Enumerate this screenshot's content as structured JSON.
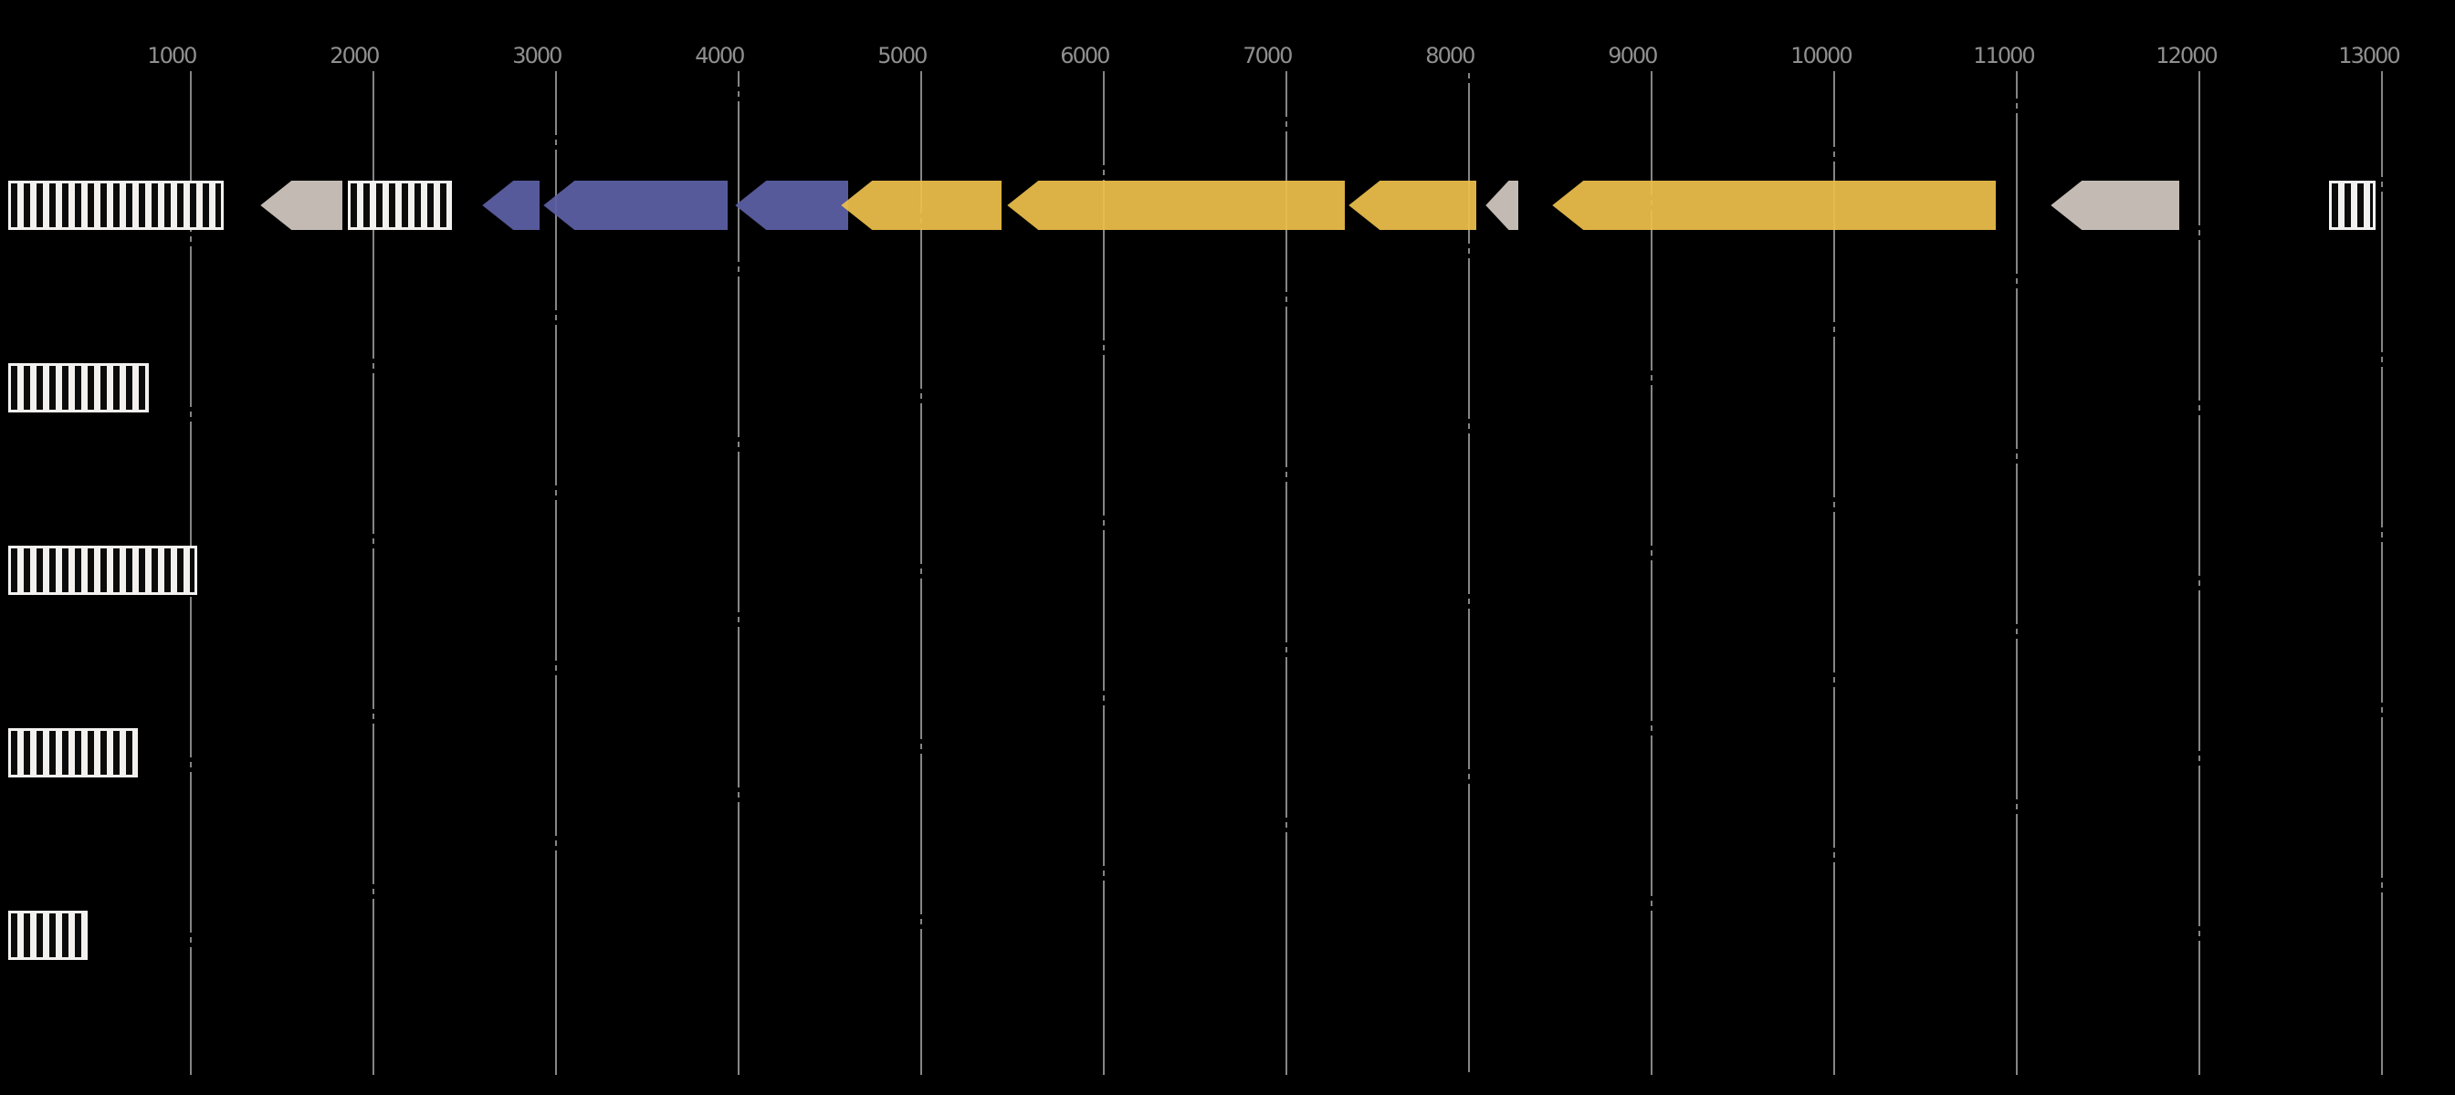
{
  "chart_data": {
    "type": "gene_feature_map",
    "title": "",
    "description": "Genomic gene-cluster track plot on black background: top axis in bp, dash-dot vertical gridlines, one main track of left-pointing gene arrows and hatched boxes, plus four lower tracks each containing a single hatched box at the sequence start.",
    "x_axis": {
      "position": "top",
      "range": [
        -46.5,
        13398.5
      ],
      "ticks": [
        1000,
        2000,
        3000,
        4000,
        5000,
        6000,
        7000,
        8000,
        9000,
        10000,
        11000,
        12000,
        13000
      ],
      "tick_labels": [
        "1000",
        "2000",
        "3000",
        "4000",
        "5000",
        "6000",
        "7000",
        "8000",
        "9000",
        "10000",
        "11000",
        "12000",
        "13000"
      ],
      "grid": true,
      "grid_style": "dash-dot"
    },
    "legend": null,
    "colors": {
      "background": "#000000",
      "gridline": "#858585",
      "tick_label": "#8f8f8f",
      "purple": "#5d61a6",
      "yellow": "#edc04b",
      "tan": "#d2c9c1",
      "hatch_light": "#f3f1ef",
      "hatch_dark": "#0b0b0b"
    },
    "tracks": [
      {
        "name": "track-1",
        "features": [
          {
            "start": 0,
            "end": 1180,
            "shape": "box",
            "pattern": "vertical-stripes"
          },
          {
            "start": 1380,
            "end": 1830,
            "shape": "arrow",
            "strand": "reverse",
            "color": "tan"
          },
          {
            "start": 1860,
            "end": 2430,
            "shape": "box",
            "pattern": "vertical-stripes"
          },
          {
            "start": 2595,
            "end": 2910,
            "shape": "arrow",
            "strand": "reverse",
            "color": "purple"
          },
          {
            "start": 2930,
            "end": 3940,
            "shape": "arrow",
            "strand": "reverse",
            "color": "purple"
          },
          {
            "start": 3980,
            "end": 4600,
            "shape": "arrow",
            "strand": "reverse",
            "color": "purple"
          },
          {
            "start": 4560,
            "end": 5440,
            "shape": "arrow",
            "strand": "reverse",
            "color": "yellow"
          },
          {
            "start": 5470,
            "end": 7320,
            "shape": "arrow",
            "strand": "reverse",
            "color": "yellow"
          },
          {
            "start": 7340,
            "end": 8040,
            "shape": "arrow",
            "strand": "reverse",
            "color": "yellow"
          },
          {
            "start": 8090,
            "end": 8270,
            "shape": "arrow",
            "strand": "reverse",
            "color": "tan"
          },
          {
            "start": 8455,
            "end": 10885,
            "shape": "arrow",
            "strand": "reverse",
            "color": "yellow"
          },
          {
            "start": 11185,
            "end": 11890,
            "shape": "arrow",
            "strand": "reverse",
            "color": "tan"
          },
          {
            "start": 12710,
            "end": 12965,
            "shape": "box",
            "pattern": "vertical-stripes"
          }
        ]
      },
      {
        "name": "track-2",
        "features": [
          {
            "start": 0,
            "end": 770,
            "shape": "box",
            "pattern": "vertical-stripes"
          }
        ]
      },
      {
        "name": "track-3",
        "features": [
          {
            "start": 0,
            "end": 1035,
            "shape": "box",
            "pattern": "vertical-stripes"
          }
        ]
      },
      {
        "name": "track-4",
        "features": [
          {
            "start": 0,
            "end": 710,
            "shape": "box",
            "pattern": "vertical-stripes"
          }
        ]
      },
      {
        "name": "track-5",
        "features": [
          {
            "start": 0,
            "end": 435,
            "shape": "box",
            "pattern": "vertical-stripes"
          }
        ]
      }
    ]
  }
}
